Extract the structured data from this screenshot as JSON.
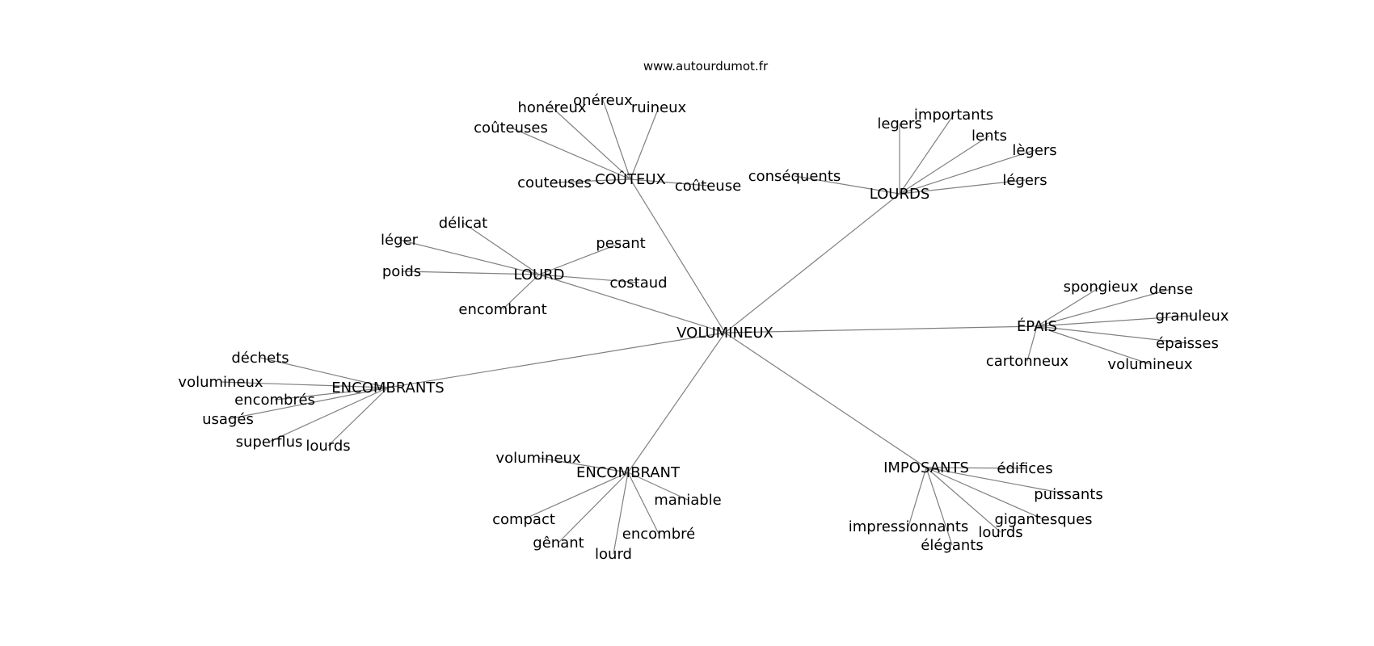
{
  "site": "www.autourdumot.fr",
  "center": "VOLUMINEUX",
  "hubs": [
    {
      "label": "COÛTEUX",
      "words": [
        "couteuses",
        "coûteuses",
        "honéreux",
        "onéreux",
        "ruineux",
        "coûteuse"
      ]
    },
    {
      "label": "LOURDS",
      "words": [
        "conséquents",
        "legers",
        "importants",
        "lents",
        "lègers",
        "légers"
      ]
    },
    {
      "label": "LOURD",
      "words": [
        "délicat",
        "léger",
        "poids",
        "encombrant",
        "pesant",
        "costaud"
      ]
    },
    {
      "label": "ÉPAIS",
      "words": [
        "spongieux",
        "dense",
        "granuleux",
        "épaisses",
        "volumineux",
        "cartonneux"
      ]
    },
    {
      "label": "ENCOMBRANTS",
      "words": [
        "déchets",
        "volumineux",
        "encombrés",
        "usagés",
        "superflus",
        "lourds"
      ]
    },
    {
      "label": "ENCOMBRANT",
      "words": [
        "volumineux",
        "compact",
        "gênant",
        "lourd",
        "encombré",
        "maniable"
      ]
    },
    {
      "label": "IMPOSANTS",
      "words": [
        "édifices",
        "puissants",
        "gigantesques",
        "lourds",
        "élégants",
        "impressionnants"
      ]
    }
  ]
}
